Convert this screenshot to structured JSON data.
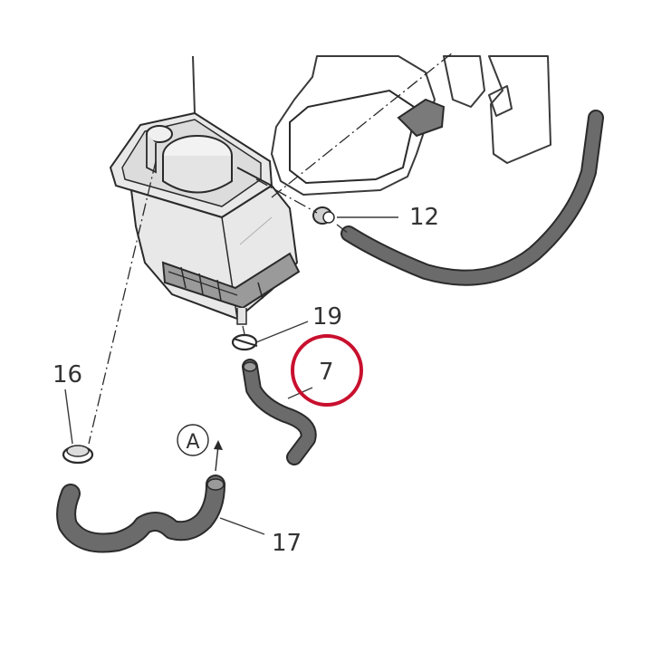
{
  "diagram": {
    "callouts": {
      "part_12": "12",
      "part_19": "19",
      "part_7": "7",
      "part_16": "16",
      "part_17": "17",
      "view_a": "A"
    },
    "highlight": {
      "target": "part_7",
      "color": "#c8102e"
    },
    "colors": {
      "hose": "#6b6b6b",
      "outline": "#2a2a2a",
      "reservoir": "#e8e8e8",
      "reservoir_shade": "#cfcfcf",
      "bracket": "#7a7a7a"
    }
  }
}
